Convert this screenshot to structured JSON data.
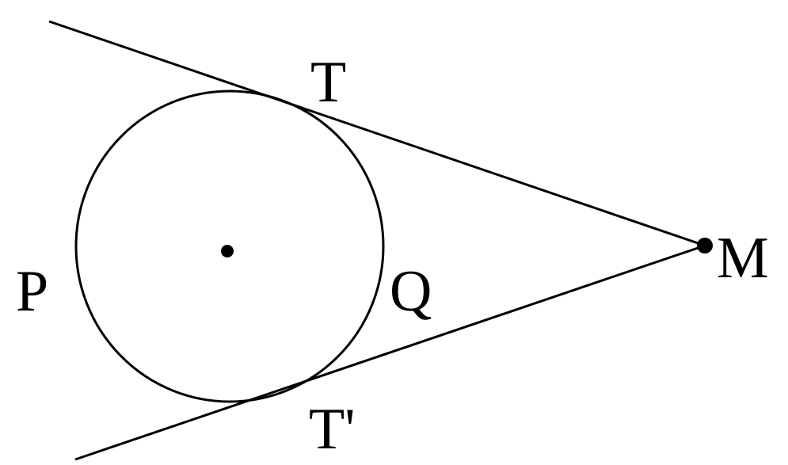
{
  "labels": {
    "T": "T",
    "T_prime": "T'",
    "M": "M",
    "P": "P",
    "Q": "Q"
  },
  "colors": {
    "stroke": "#000000",
    "background": "#ffffff"
  }
}
